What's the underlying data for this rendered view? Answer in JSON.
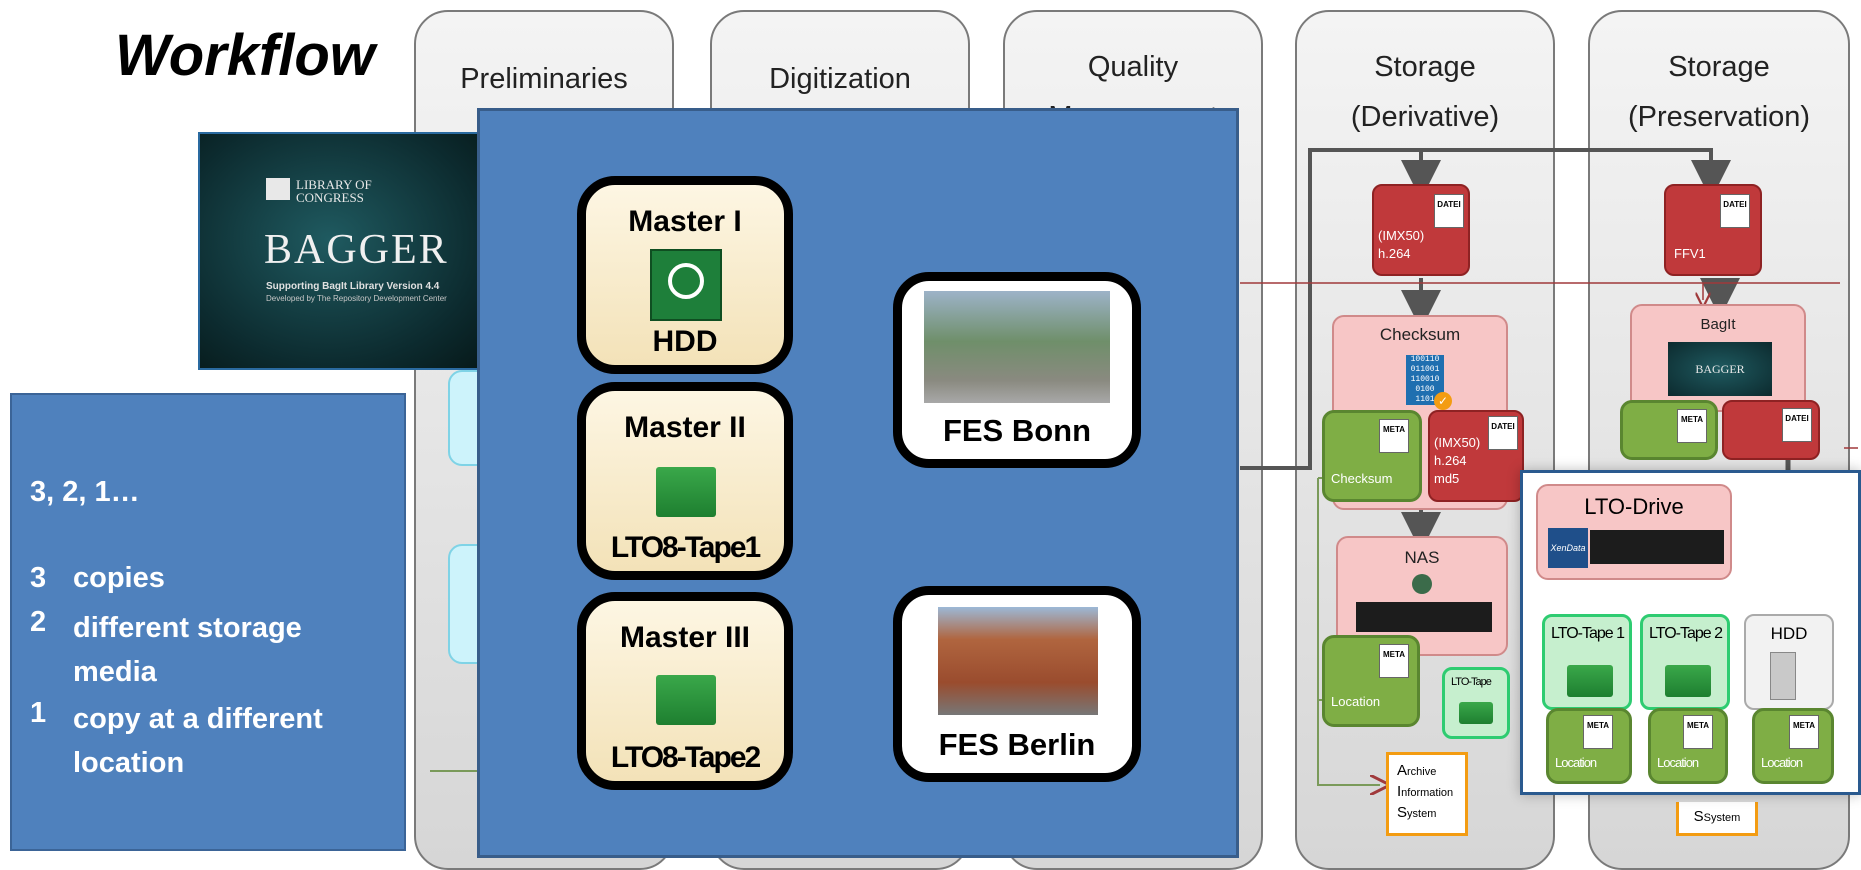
{
  "title": "Workflow",
  "columns": [
    {
      "label": "Preliminaries"
    },
    {
      "label": "Digitization"
    },
    {
      "label": "Quality\nManagement"
    },
    {
      "label": "Storage\n(Derivative)"
    },
    {
      "label": "Storage\n(Preservation)"
    }
  ],
  "bagger": {
    "library": "LIBRARY OF\nCONGRESS",
    "title": "BAGGER",
    "subtitle": "Supporting BagIt Library Version 4.4",
    "developer": "Developed by The Repository Development Center"
  },
  "rule": {
    "heading": "3, 2, 1…",
    "items": [
      {
        "num": "3",
        "text": "copies"
      },
      {
        "num": "2",
        "text": "different storage media"
      },
      {
        "num": "1",
        "text": "copy at a different location"
      }
    ]
  },
  "masters": [
    {
      "name": "Master I",
      "medium": "HDD"
    },
    {
      "name": "Master II",
      "medium": "LTO8-Tape1"
    },
    {
      "name": "Master III",
      "medium": "LTO8-Tape2"
    }
  ],
  "sites": [
    {
      "name": "FES Bonn"
    },
    {
      "name": "FES Berlin"
    }
  ],
  "derivative": {
    "file_tag": "DATEI",
    "file_lines": [
      "(IMX50)",
      "h.264"
    ],
    "checksum_label": "Checksum",
    "checksum_bits": [
      "100110",
      "011001",
      "110010",
      "0100",
      "1101"
    ],
    "meta_tag": "META",
    "meta_checksum_label": "Checksum",
    "file2_lines": [
      "(IMX50)",
      "h.264",
      "md5"
    ],
    "nas_label": "NAS",
    "location_label": "Location",
    "lto_tape_label": "LTO-Tape",
    "ais": [
      "A",
      "rchive",
      "I",
      "nformation",
      "S",
      "ystem"
    ]
  },
  "preservation": {
    "file_tag": "DATEI",
    "file_line": "FFV1",
    "bagit_label": "BagIt",
    "bagger_mini": "BAGGER",
    "meta_tag": "META",
    "system_label": "System",
    "system_initial": "S"
  },
  "lto": {
    "drive_label": "LTO-Drive",
    "brand": "XenData",
    "tape1": "LTO-Tape 1",
    "tape2": "LTO-Tape 2",
    "hdd": "HDD",
    "meta_tag": "META",
    "location": "Location"
  },
  "colors": {
    "panel_blue": "#4f81bd",
    "red_box": "#c0393b",
    "green_box": "#7fae45",
    "pink_box": "#f7c6c6"
  }
}
